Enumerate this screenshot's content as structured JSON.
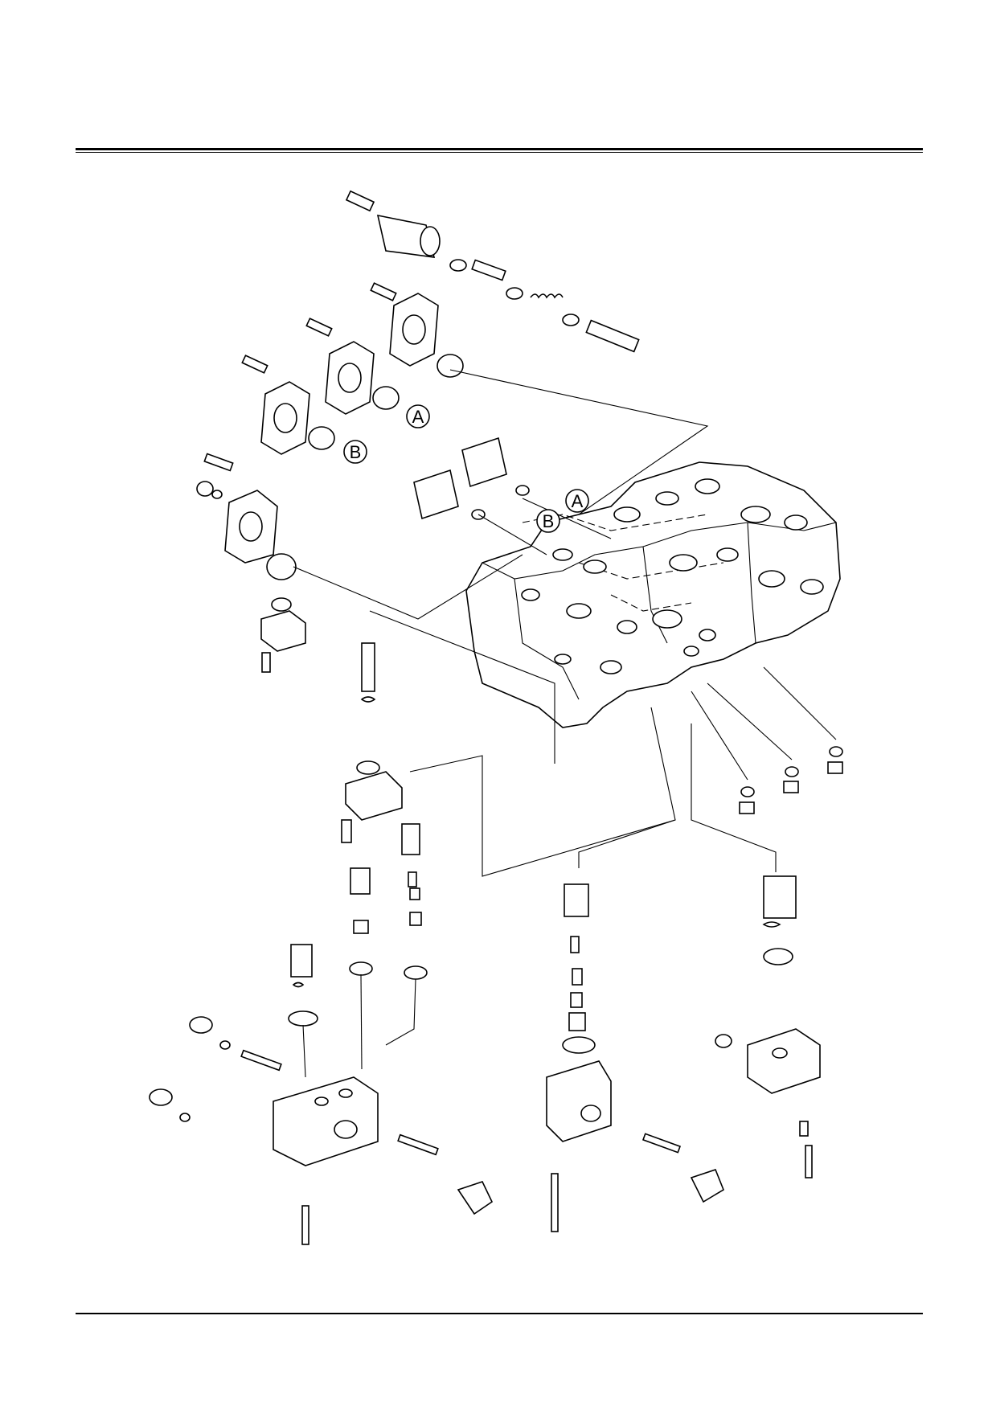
{
  "callouts": {
    "a1": "A",
    "a2": "A",
    "b1": "B",
    "b2": "B"
  }
}
